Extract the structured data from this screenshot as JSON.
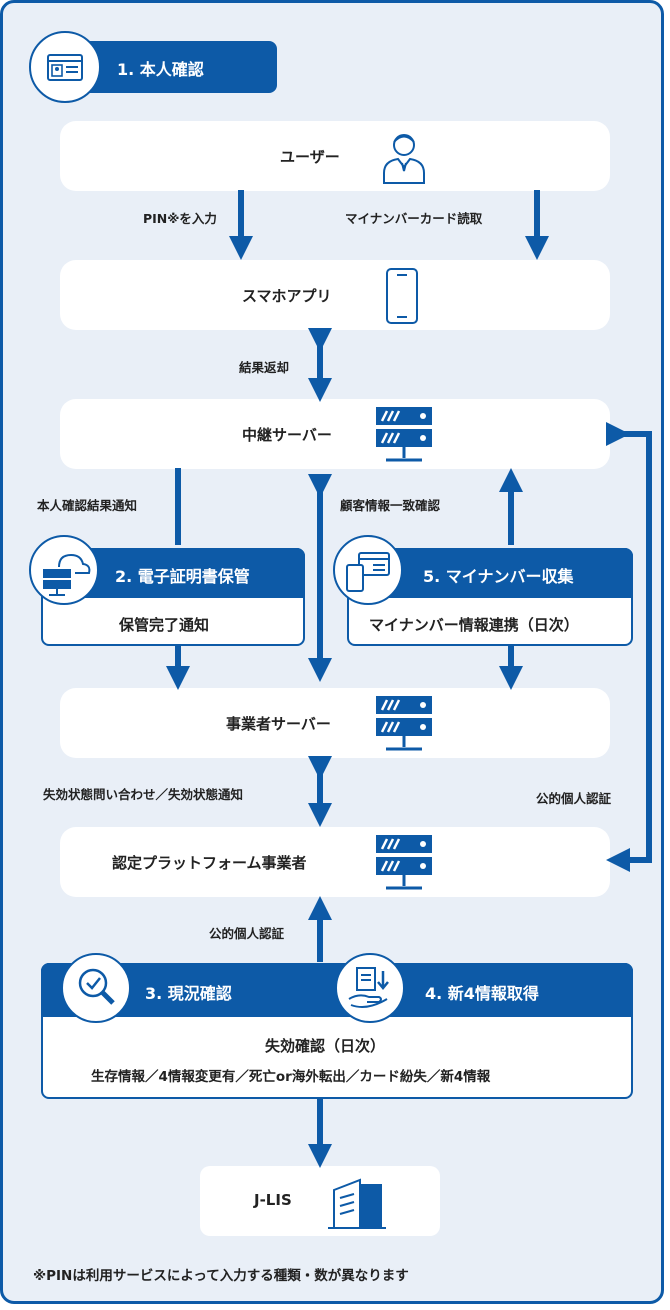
{
  "section1": {
    "title": "1. 本人確認"
  },
  "nodes": {
    "user": "ユーザー",
    "app": "スマホアプリ",
    "relay": "中継サーバー",
    "business": "事業者サーバー",
    "platform": "認定プラットフォーム事業者",
    "jlis": "J-LIS"
  },
  "edges": {
    "pin": "PIN※を入力",
    "card_read": "マイナンバーカード読取",
    "result_return": "結果返却",
    "identity_notice": "本人確認結果通知",
    "customer_match": "顧客情報一致確認",
    "status_query": "失効状態問い合わせ／失効状態通知",
    "jpki_right": "公的個人認証",
    "jpki_bottom": "公的個人認証"
  },
  "section2": {
    "title": "2. 電子証明書保管",
    "body": "保管完了通知"
  },
  "section5": {
    "title": "5. マイナンバー収集",
    "body": "マイナンバー情報連携（日次）"
  },
  "section3": {
    "title": "3. 現況確認"
  },
  "section4": {
    "title": "4. 新4情報取得"
  },
  "verify": {
    "line1": "失効確認（日次）",
    "line2": "生存情報／4情報変更有／死亡or海外転出／カード紛失／新4情報"
  },
  "footnote": "※PINは利用サービスによって入力する種類・数が異なります",
  "colors": {
    "primary": "#0d5aa7",
    "background": "#e9eff7",
    "node": "#ffffff"
  }
}
